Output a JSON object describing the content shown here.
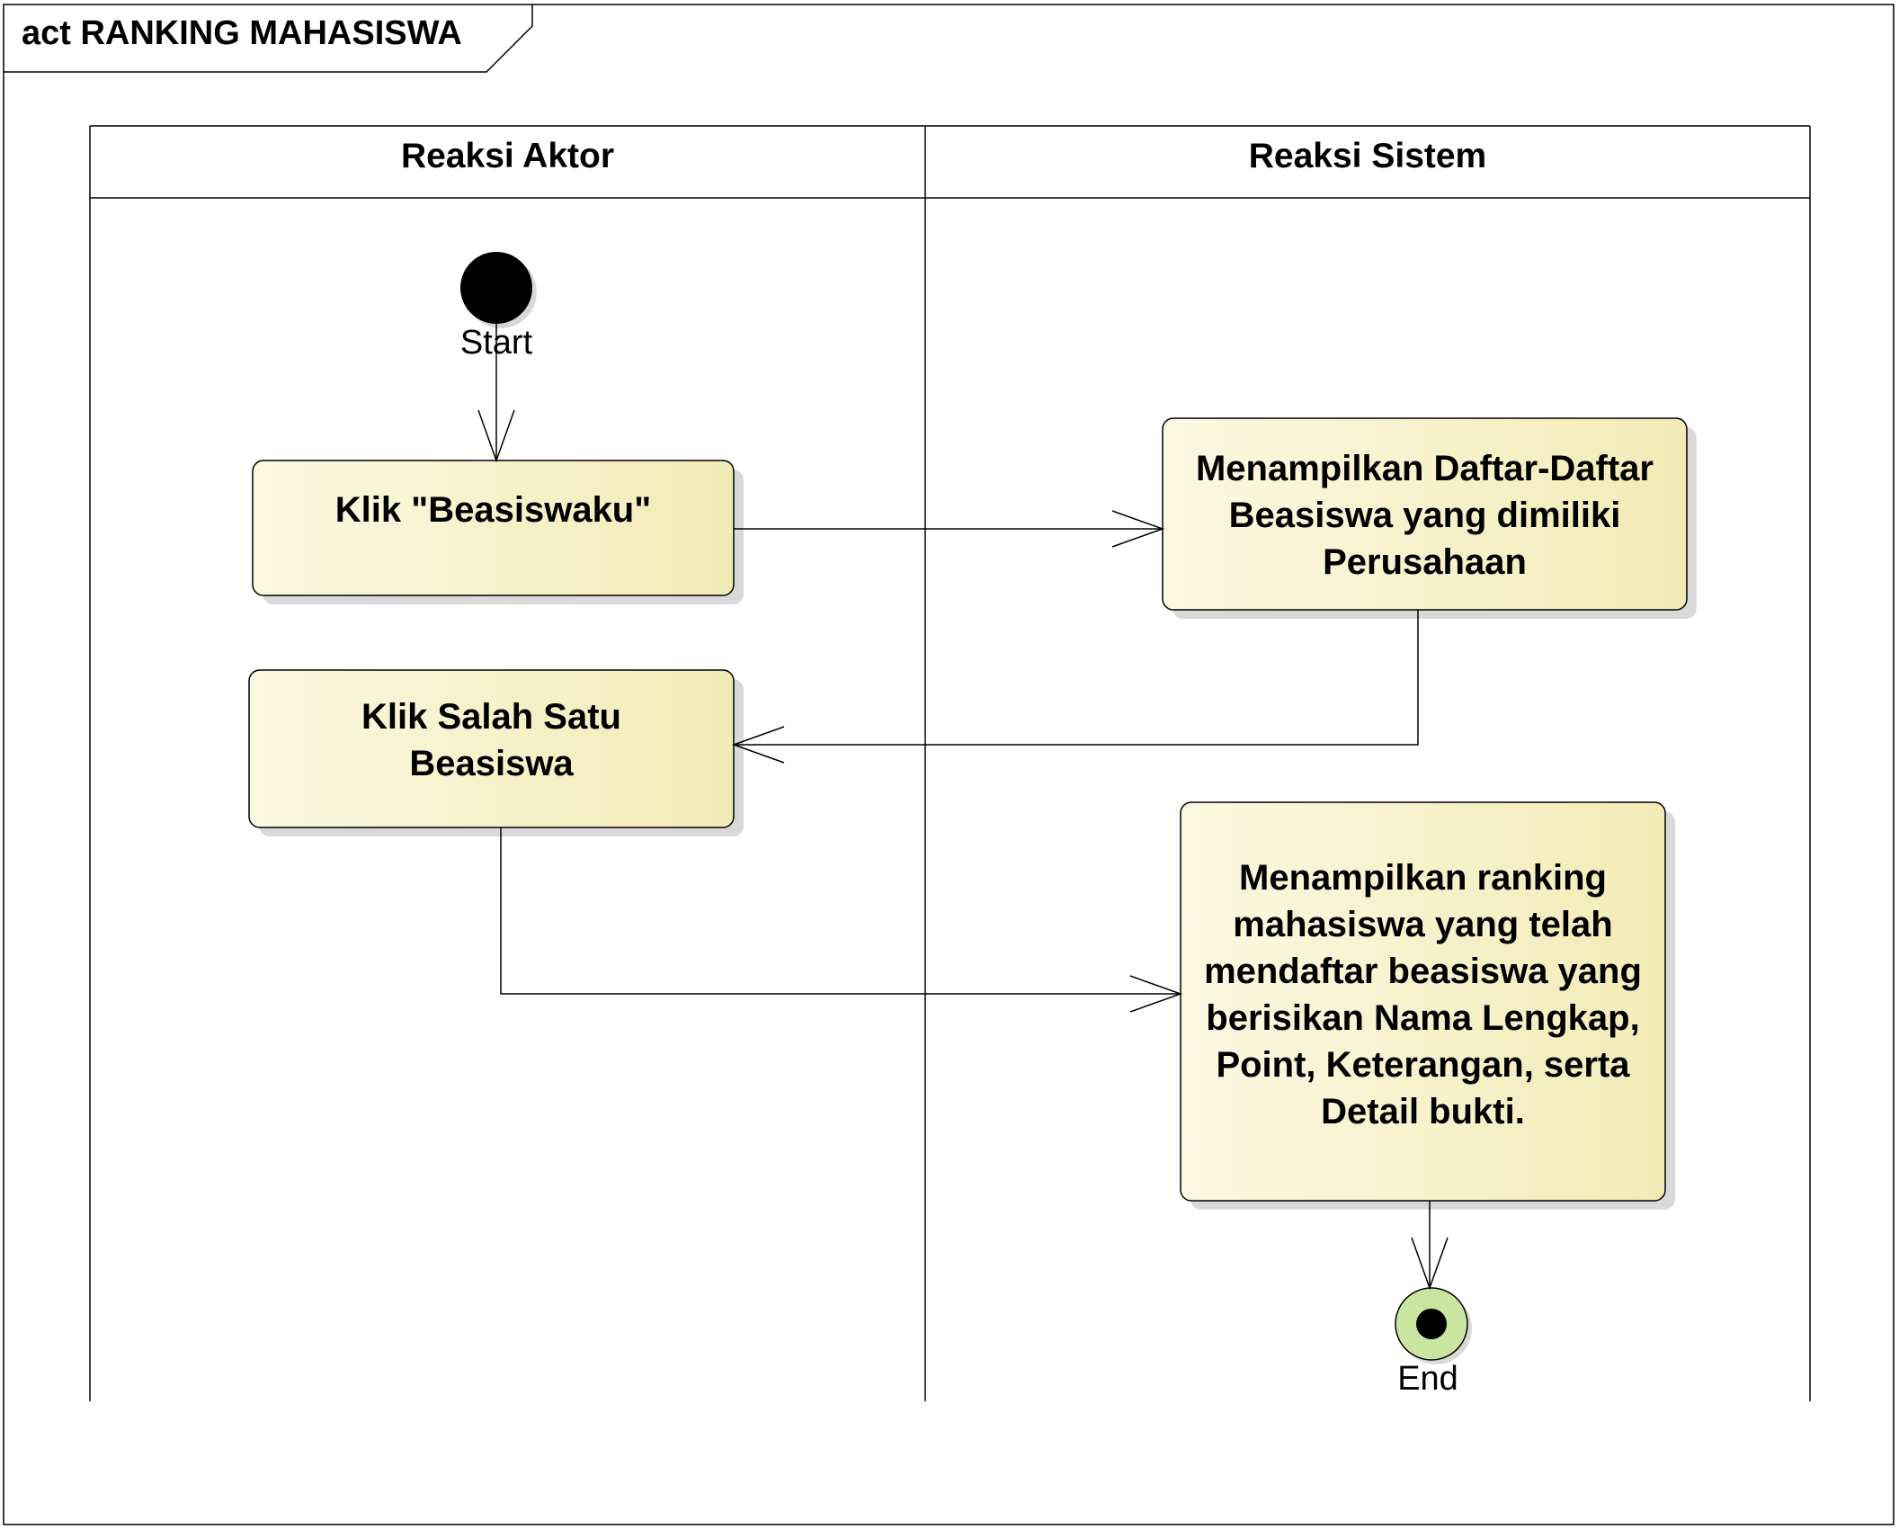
{
  "frame": {
    "title": "act RANKING MAHASISWA"
  },
  "lanes": [
    {
      "id": "actor",
      "title": "Reaksi Aktor"
    },
    {
      "id": "system",
      "title": "Reaksi Sistem"
    }
  ],
  "nodes": {
    "start": {
      "label": "Start"
    },
    "end": {
      "label": "End"
    },
    "act_beasiswaku": {
      "label": "Klik \"Beasiswaku\""
    },
    "act_daftar": {
      "label": "Menampilkan Daftar-Daftar Beasiswa yang dimiliki Perusahaan"
    },
    "act_salah_satu": {
      "label": "Klik Salah Satu Beasiswa"
    },
    "act_ranking": {
      "label": "Menampilkan ranking mahasiswa yang telah mendaftar beasiswa yang berisikan Nama Lengkap, Point, Keterangan, serta Detail bukti."
    }
  },
  "edges": [
    {
      "from": "start",
      "to": "act_beasiswaku"
    },
    {
      "from": "act_beasiswaku",
      "to": "act_daftar"
    },
    {
      "from": "act_daftar",
      "to": "act_salah_satu"
    },
    {
      "from": "act_salah_satu",
      "to": "act_ranking"
    },
    {
      "from": "act_ranking",
      "to": "end"
    }
  ],
  "colors": {
    "activity_fill_start": "#fbf8e2",
    "activity_fill_end": "#f3ebb6",
    "end_fill": "#c8e6a0",
    "line": "#000000",
    "shadow": "#d9d9d9"
  }
}
